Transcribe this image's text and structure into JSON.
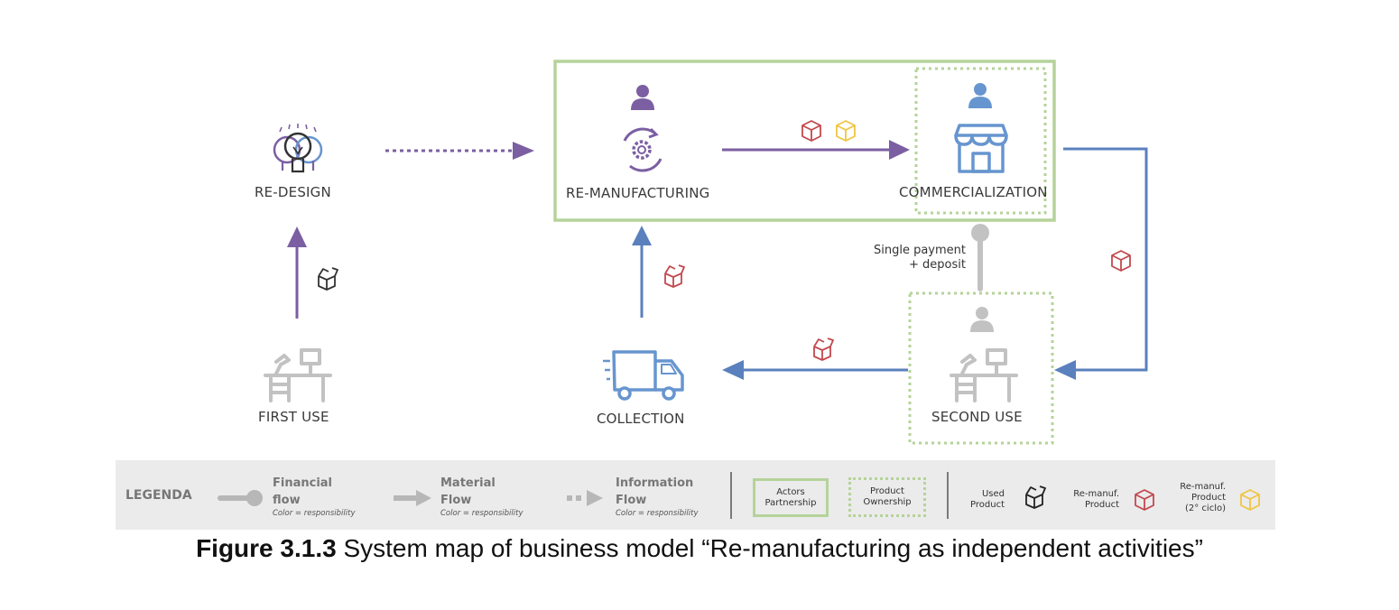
{
  "nodes": {
    "redesign": "RE-DESIGN",
    "remanufacturing": "RE-MANUFACTURING",
    "commercialization": "COMMERCIALIZATION",
    "first_use": "FIRST USE",
    "collection": "COLLECTION",
    "second_use": "SECOND USE"
  },
  "payment_note": {
    "line1": "Single payment",
    "line2": "+ deposit"
  },
  "legend": {
    "title": "LEGENDA",
    "financial": {
      "line1": "Financial",
      "line2": "flow",
      "sub": "Color = responsibility"
    },
    "material": {
      "line1": "Material",
      "line2": "Flow",
      "sub": "Color = responsibility"
    },
    "information": {
      "line1": "Information",
      "line2": "Flow",
      "sub": "Color = responsibility"
    },
    "actors": {
      "line1": "Actors",
      "line2": "Partnership"
    },
    "ownership": {
      "line1": "Product",
      "line2": "Ownership"
    },
    "used": {
      "line1": "Used",
      "line2": "Product"
    },
    "remanuf": {
      "line1": "Re-manuf.",
      "line2": "Product"
    },
    "remanuf2": {
      "line1": "Re-manuf.",
      "line2": "Product",
      "line3": "(2° ciclo)"
    }
  },
  "caption": {
    "label": "Figure 3.1.3",
    "text": " System map of business model “Re-manufacturing as independent activities”"
  },
  "colors": {
    "purple": "#7b5fa2",
    "blue": "#5a80bd",
    "icon_blue": "#6795cf",
    "red": "#c2494e",
    "yellow": "#f0c542",
    "green": "#b5d39a",
    "grey": "#c2c2c2"
  }
}
